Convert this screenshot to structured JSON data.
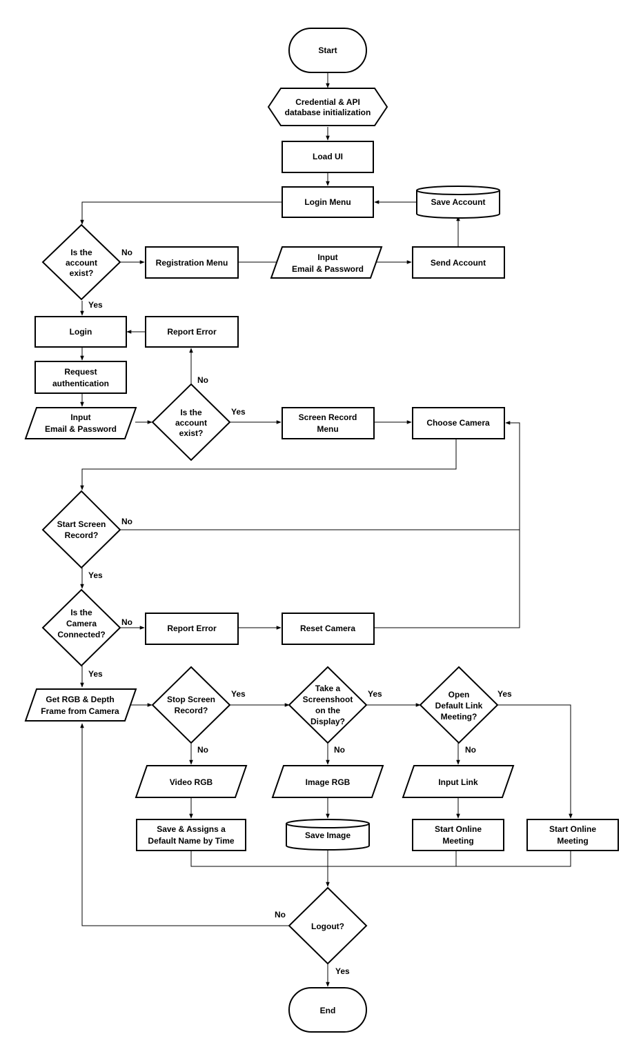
{
  "nodes": {
    "start": [
      "Start"
    ],
    "init": [
      "Credential & API",
      "database initialization"
    ],
    "load_ui": [
      "Load UI"
    ],
    "login_menu": [
      "Login Menu"
    ],
    "save_account": [
      "Save Account"
    ],
    "exist_1": [
      "Is the",
      "account",
      "exist?"
    ],
    "registration_menu": [
      "Registration Menu"
    ],
    "input_email_1": [
      "Input",
      "Email & Password"
    ],
    "send_account": [
      "Send Account"
    ],
    "login": [
      "Login"
    ],
    "report_error_1": [
      "Report Error"
    ],
    "request_auth": [
      "Request",
      "authentication"
    ],
    "input_email_2": [
      "Input",
      "Email & Password"
    ],
    "exist_2": [
      "Is the",
      "account",
      "exist?"
    ],
    "screen_record_menu": [
      "Screen Record",
      "Menu"
    ],
    "choose_camera": [
      "Choose Camera"
    ],
    "start_screen_record": [
      "Start Screen",
      "Record?"
    ],
    "camera_connected": [
      "Is the",
      "Camera",
      "Connected?"
    ],
    "report_error_2": [
      "Report Error"
    ],
    "reset_camera": [
      "Reset Camera"
    ],
    "get_frame": [
      "Get RGB & Depth",
      "Frame from Camera"
    ],
    "stop_screen_record": [
      "Stop Screen",
      "Record?"
    ],
    "take_screenshot": [
      "Take a",
      "Screenshoot",
      "on the",
      "Display?"
    ],
    "open_default_link": [
      "Open",
      "Default Link",
      "Meeting?"
    ],
    "video_rgb": [
      "Video RGB"
    ],
    "image_rgb": [
      "Image RGB"
    ],
    "input_link": [
      "Input Link"
    ],
    "save_assign": [
      "Save & Assigns a",
      "Default Name by Time"
    ],
    "save_image": [
      "Save Image"
    ],
    "start_online_1": [
      "Start Online",
      "Meeting"
    ],
    "start_online_2": [
      "Start Online",
      "Meeting"
    ],
    "logout": [
      "Logout?"
    ],
    "end": [
      "End"
    ]
  },
  "edge_labels": {
    "exist_1_no": "No",
    "exist_1_yes": "Yes",
    "exist_2_no": "No",
    "exist_2_yes": "Yes",
    "start_record_no": "No",
    "start_record_yes": "Yes",
    "camera_no": "No",
    "camera_yes": "Yes",
    "stop_yes": "Yes",
    "stop_no": "No",
    "screenshot_yes": "Yes",
    "screenshot_no": "No",
    "link_yes": "Yes",
    "link_no": "No",
    "logout_no": "No",
    "logout_yes": "Yes"
  }
}
